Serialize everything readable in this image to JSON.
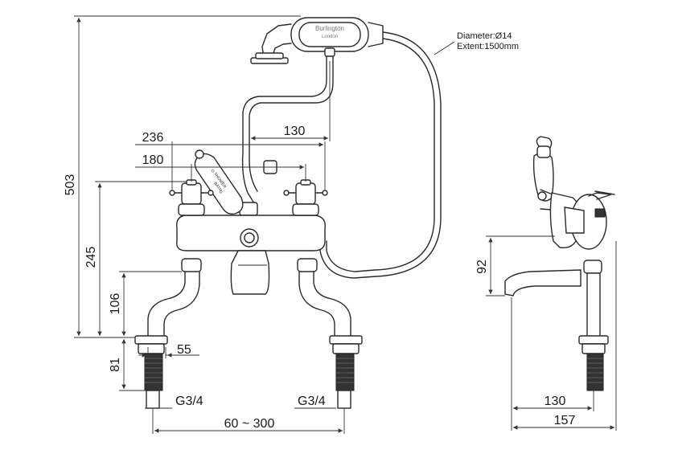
{
  "dimensions": {
    "overall_height": "503",
    "to_spout": "245",
    "deck_to_arm": "106",
    "thread_length": "81",
    "overall_width": "236",
    "handle_spread": "180",
    "handset_reach": "130",
    "leg_dia": "55",
    "centres": "60 ~ 300",
    "side_height": "92",
    "side_reach": "130",
    "side_depth": "157"
  },
  "threads": {
    "left": "G3/4",
    "right": "G3/4"
  },
  "hose": {
    "diameter": "Diameter:Ø14",
    "extent": "Extent:1500mm"
  },
  "handset": {
    "brand": "Burlington",
    "city": "London"
  },
  "lever_text": {
    "line1": "O",
    "line2": "SHOWER",
    "line3": "BATH",
    "line4": "O"
  }
}
